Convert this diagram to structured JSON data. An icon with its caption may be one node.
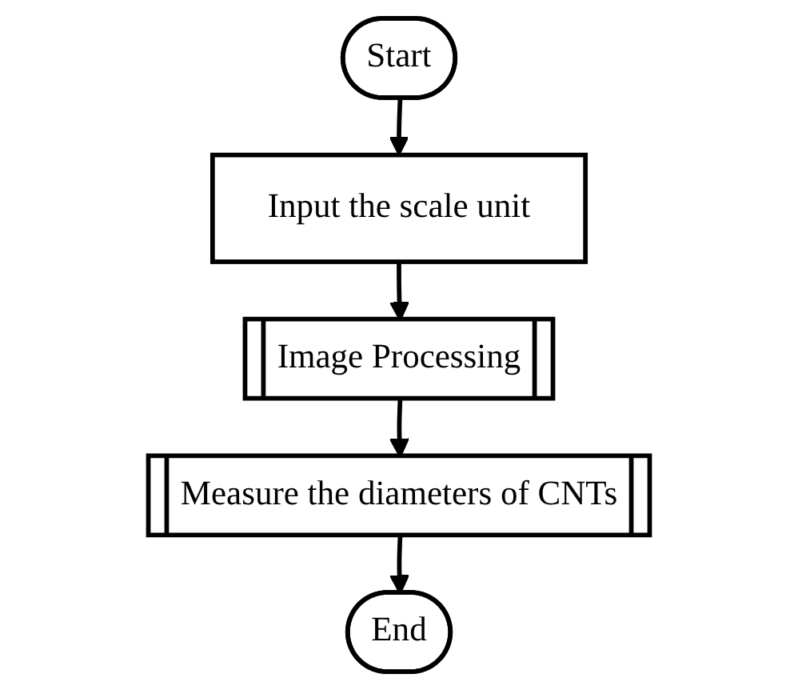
{
  "diagram": {
    "nodes": [
      {
        "text": [
          "Start"
        ]
      },
      {
        "text": [
          "Input the scale unit"
        ]
      },
      {
        "text": [
          "Image Processing"
        ]
      },
      {
        "text": [
          "Measure the diameters of CNTs"
        ]
      },
      {
        "text": [
          "End"
        ]
      }
    ],
    "edges": [
      {
        "from": 0,
        "to": 1,
        "arrow": "to"
      },
      {
        "from": 1,
        "to": 2,
        "arrow": "to"
      },
      {
        "from": 2,
        "to": 3,
        "arrow": "to"
      },
      {
        "from": 3,
        "to": 4,
        "arrow": "to"
      }
    ]
  }
}
